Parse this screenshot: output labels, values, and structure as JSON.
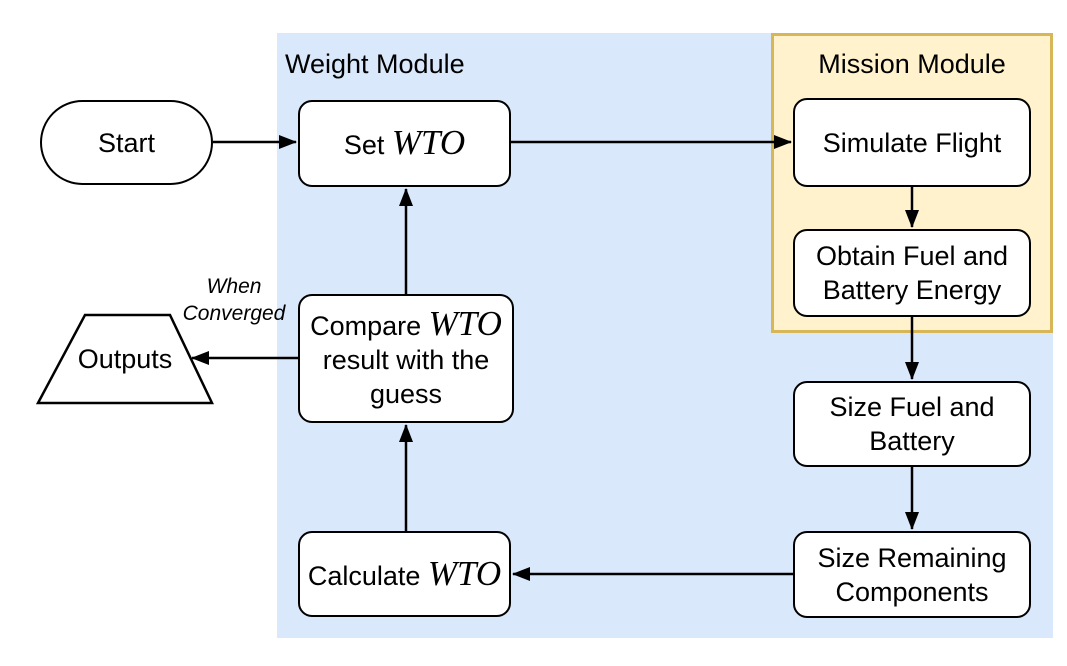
{
  "diagram": {
    "type": "flowchart",
    "regions": {
      "weight": {
        "label": "Weight Module",
        "fill": "#dae8fc"
      },
      "mission": {
        "label": "Mission Module",
        "fill": "#fff2cc",
        "border": "#d6b656"
      }
    },
    "nodes": {
      "start": {
        "label": "Start",
        "shape": "terminator"
      },
      "set_wto": {
        "prefix": "Set",
        "math": "WTO",
        "shape": "rounded-rect"
      },
      "simulate_flight": {
        "label": "Simulate Flight",
        "shape": "rounded-rect"
      },
      "obtain_energy": {
        "label": "Obtain Fuel and Battery Energy",
        "shape": "rounded-rect"
      },
      "compare_wto": {
        "prefix": "Compare",
        "math": "WTO",
        "suffix": "result with the guess",
        "shape": "rounded-rect"
      },
      "size_fuel_battery": {
        "label": "Size Fuel and Battery",
        "shape": "rounded-rect"
      },
      "size_remaining": {
        "label": "Size Remaining Components",
        "shape": "rounded-rect"
      },
      "calculate_wto": {
        "prefix": "Calculate",
        "math": "WTO",
        "shape": "rounded-rect"
      },
      "outputs": {
        "label": "Outputs",
        "shape": "trapezoid"
      }
    },
    "edges": [
      {
        "from": "start",
        "to": "set_wto"
      },
      {
        "from": "set_wto",
        "to": "simulate_flight"
      },
      {
        "from": "simulate_flight",
        "to": "obtain_energy"
      },
      {
        "from": "obtain_energy",
        "to": "size_fuel_battery"
      },
      {
        "from": "size_fuel_battery",
        "to": "size_remaining"
      },
      {
        "from": "size_remaining",
        "to": "calculate_wto"
      },
      {
        "from": "calculate_wto",
        "to": "compare_wto"
      },
      {
        "from": "compare_wto",
        "to": "set_wto"
      },
      {
        "from": "compare_wto",
        "to": "outputs",
        "label": "When Converged"
      }
    ],
    "edge_label": {
      "line1": "When",
      "line2": "Converged"
    },
    "colors": {
      "node_fill": "#ffffff",
      "node_border": "#000000",
      "arrow": "#000000",
      "text": "#000000"
    }
  }
}
